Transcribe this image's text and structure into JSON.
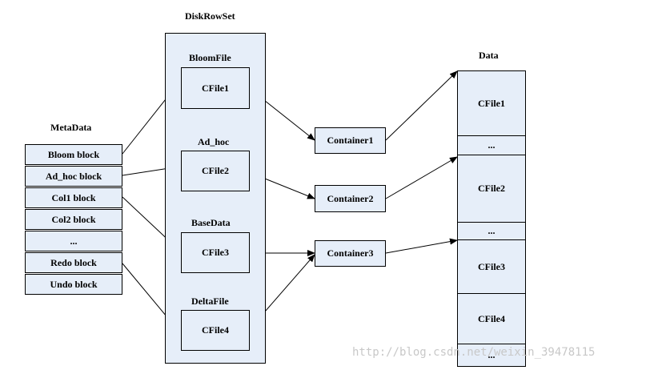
{
  "diskrowset": {
    "title": "DiskRowSet",
    "groups": [
      {
        "label": "BloomFile",
        "file": "CFile1"
      },
      {
        "label": "Ad_hoc",
        "file": "CFile2"
      },
      {
        "label": "BaseData",
        "file": "CFile3"
      },
      {
        "label": "DeltaFile",
        "file": "CFile4"
      }
    ]
  },
  "metadata": {
    "title": "MetaData",
    "rows": [
      "Bloom block",
      "Ad_hoc block",
      "Col1 block",
      "Col2 block",
      "...",
      "Redo block",
      "Undo block"
    ]
  },
  "containers": [
    "Container1",
    "Container2",
    "Container3"
  ],
  "data": {
    "title": "Data",
    "cells": [
      "CFile1",
      "...",
      "CFile2",
      "...",
      "CFile3",
      "CFile4",
      "..."
    ]
  },
  "watermark": "http://blog.csdn.net/weixin_39478115",
  "colors": {
    "box_fill": "#e6eef9",
    "line": "#000000"
  }
}
